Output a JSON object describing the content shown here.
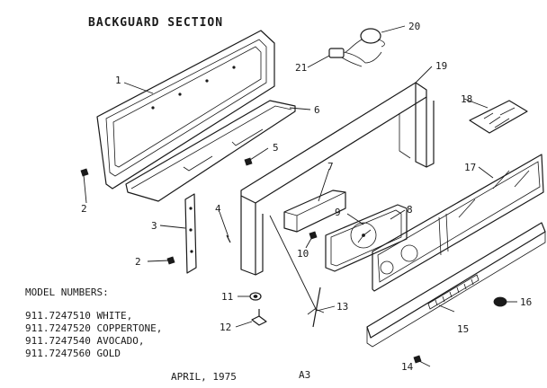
{
  "title": "BACKGUARD SECTION",
  "models": {
    "heading": "MODEL NUMBERS:",
    "lines": [
      "911.7247510 WHITE,",
      "911.7247520 COPPERTONE,",
      "911.7247540 AVOCADO,",
      "911.7247560 GOLD"
    ]
  },
  "footer": {
    "date": "APRIL, 1975",
    "page": "A3"
  },
  "callouts": [
    "1",
    "2",
    "2",
    "3",
    "4",
    "5",
    "6",
    "7",
    "8",
    "9",
    "10",
    "11",
    "12",
    "13",
    "14",
    "15",
    "16",
    "17",
    "18",
    "19",
    "20",
    "21"
  ]
}
